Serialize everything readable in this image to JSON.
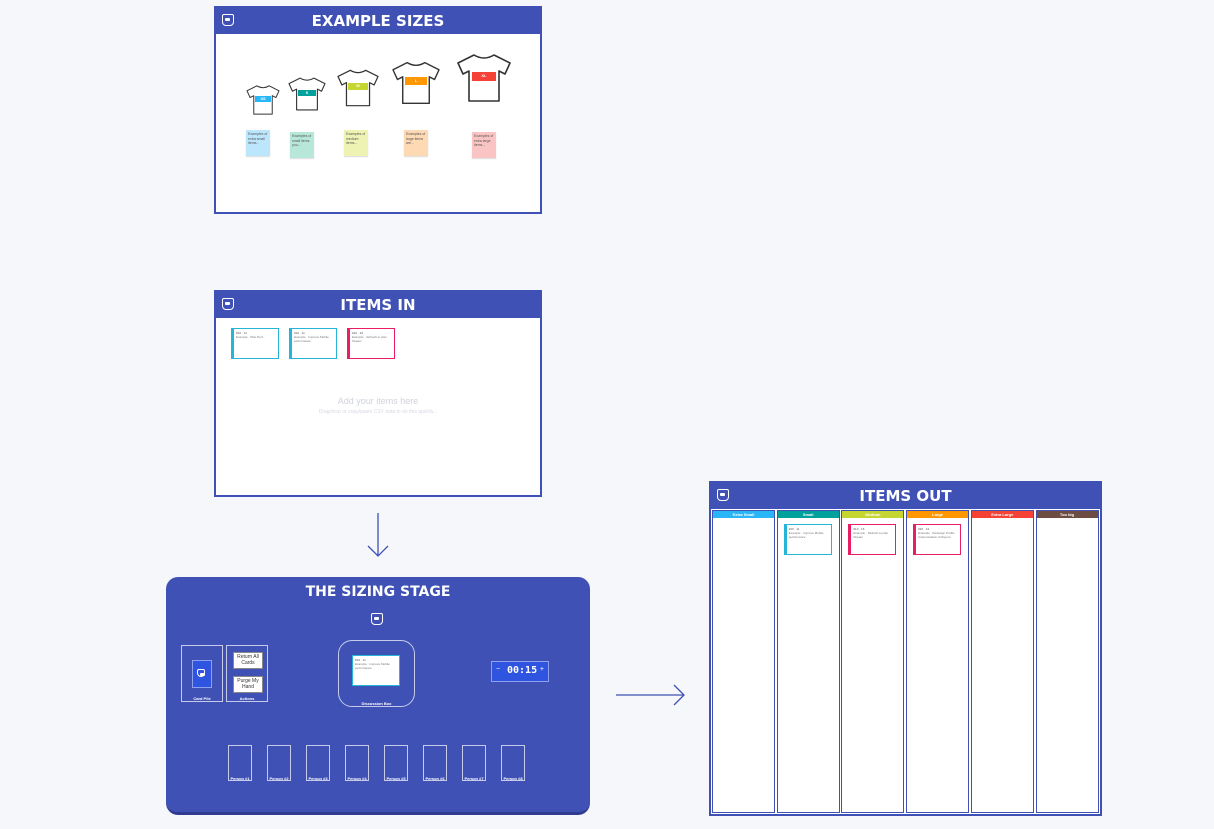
{
  "example_sizes": {
    "title": "EXAMPLE SIZES",
    "shirts": [
      {
        "tag": "XS",
        "color": "#29b6f6"
      },
      {
        "tag": "S",
        "color": "#00a19a"
      },
      {
        "tag": "M",
        "color": "#c6d631"
      },
      {
        "tag": "L",
        "color": "#ff9800"
      },
      {
        "tag": "XL",
        "color": "#f44336"
      }
    ],
    "notes": [
      {
        "text": "Examples of extra small items...",
        "color": "#bbe6fb"
      },
      {
        "text": "Examples of small items you...",
        "color": "#b6e7d8"
      },
      {
        "text": "Examples of medium items...",
        "color": "#eef3b3"
      },
      {
        "text": "Examples of large items are...",
        "color": "#fdd9b4"
      },
      {
        "text": "Examples of extra large items...",
        "color": "#fbc4c4"
      }
    ]
  },
  "items_in": {
    "title": "ITEMS IN",
    "cards": [
      {
        "id": "#10 · 12",
        "text": "Example · Plan Perf...",
        "color": "#26b4d8"
      },
      {
        "id": "#10 · 11",
        "text": "Example · Improve Mobile performance",
        "color": "#26b4d8"
      },
      {
        "id": "#10 · 16",
        "text": "Example · Refresh to plan Stream",
        "color": "#e91e63"
      }
    ],
    "placeholder_title": "Add your items here",
    "placeholder_sub": "Drag/drop or copy/paste CSV data to do this quickly..."
  },
  "sizing_stage": {
    "title": "THE SIZING STAGE",
    "card_pile_label": "Card Pile",
    "actions_label": "Actions",
    "return_all_label": "Return All Cards",
    "purge_label": "Purge My Hand",
    "discussion_label": "Discussion Box",
    "discussion_card_id": "#10 · 11",
    "discussion_card_text": "Example · Improve Mobile performance",
    "timer": "00:15",
    "timer_minus": "−",
    "timer_plus": "+",
    "people": [
      "Person #1",
      "Person #2",
      "Person #3",
      "Person #4",
      "Person #5",
      "Person #6",
      "Person #7",
      "Person #8"
    ]
  },
  "items_out": {
    "title": "ITEMS OUT",
    "columns": [
      {
        "label": "Extra Small",
        "color": "#29b6f6"
      },
      {
        "label": "Small",
        "color": "#00a19a"
      },
      {
        "label": "Medium",
        "color": "#c6d631"
      },
      {
        "label": "Large",
        "color": "#ff9800"
      },
      {
        "label": "Extra Large",
        "color": "#f44336"
      },
      {
        "label": "Too big",
        "color": "#6d4c41"
      }
    ],
    "cards": [
      {
        "col": 1,
        "id": "#10 · 11",
        "text": "Example · Improve Mobile performance",
        "color": "#26b4d8"
      },
      {
        "col": 2,
        "id": "#10 · 16",
        "text": "Example · Refresh to plan Stream",
        "color": "#e91e63"
      },
      {
        "col": 3,
        "id": "#10 · 13",
        "text": "Example · Redesign Profile Customisation Ux/layout",
        "color": "#e91e63"
      }
    ]
  },
  "colors": {
    "brand": "#3f51b5",
    "arrow": "#3f51b5"
  }
}
